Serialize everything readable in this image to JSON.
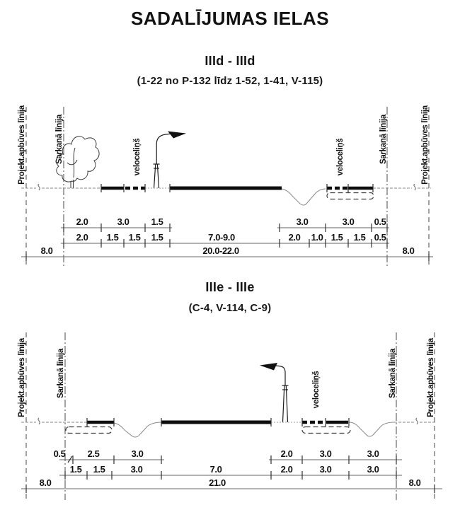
{
  "title": "SADALĪJUMAS IELAS",
  "sections": [
    {
      "heading": "IIId - IIId",
      "subheading": "(1-22 no P-132 līdz 1-52,  1-41, V-115)",
      "boundary_labels": {
        "projekt_left": "Projekt.apbūves līnija",
        "sarkana_left": "Sarkanā līnija",
        "velo_left": "veloceliņš",
        "velo_right": "veloceliņš",
        "sarkana_right": "Sarkanā līnija",
        "projekt_right": "Projekt.apbūves līnija"
      },
      "dims": {
        "row1_left": [
          "2.0",
          "3.0",
          "1.5"
        ],
        "row1_right": [
          "3.0",
          "3.0",
          "0.5"
        ],
        "row2_left": [
          "2.0",
          "1.5",
          "1.5",
          "1.5"
        ],
        "row2_center": "7.0-9.0",
        "row2_right": [
          "2.0",
          "1.0",
          "1.5",
          "1.5",
          "0.5"
        ],
        "row3_left": "8.0",
        "row3_center": "20.0-22.0",
        "row3_right": "8.0"
      }
    },
    {
      "heading": "IIIe - IIIe",
      "subheading": "(C-4, V-114, C-9)",
      "boundary_labels": {
        "projekt_left": "Projekt.apbūves līnija",
        "sarkana_left": "Sarkanā līnija",
        "velo_right": "veloceliņš",
        "sarkana_right": "Sarkanā līnija",
        "projekt_right": "Projekt.apbūves līnija"
      },
      "dims": {
        "row1_left": [
          "0.5",
          "2.5",
          "3.0"
        ],
        "row1_right": [
          "2.0",
          "3.0",
          "3.0"
        ],
        "row2_left": [
          "1.5",
          "1.5",
          "3.0"
        ],
        "row2_center": "7.0",
        "row2_right": [
          "2.0",
          "3.0",
          "3.0"
        ],
        "row3_left": "8.0",
        "row3_center": "21.0",
        "row3_right": "8.0"
      }
    }
  ]
}
